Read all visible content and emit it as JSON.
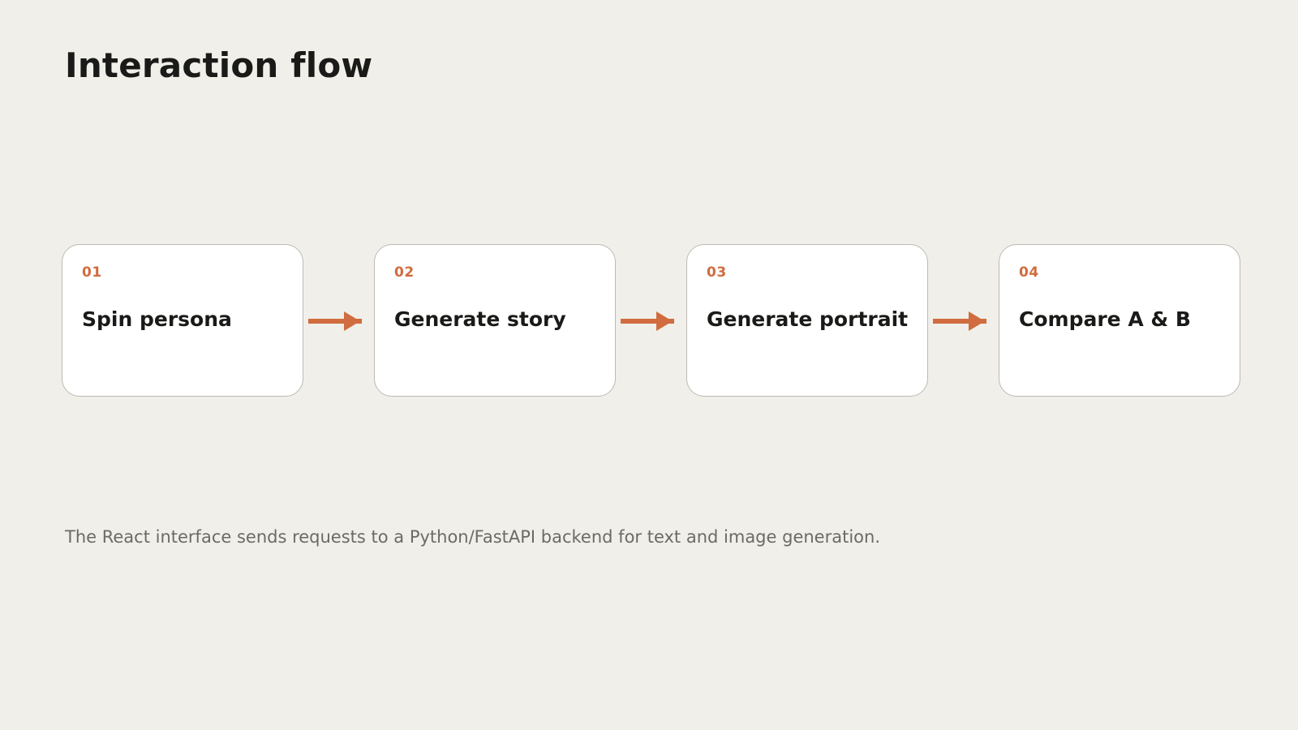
{
  "title": "Interaction flow",
  "steps": [
    {
      "number": "01",
      "label": "Spin persona"
    },
    {
      "number": "02",
      "label": "Generate story"
    },
    {
      "number": "03",
      "label": "Generate portrait"
    },
    {
      "number": "04",
      "label": "Compare A & B"
    }
  ],
  "caption": "The React interface sends requests to a Python/FastAPI backend for text and image generation.",
  "colors": {
    "background": "#f0efe9",
    "accent": "#d06c3f",
    "card_border": "#bdbab2",
    "text": "#1a1a18",
    "muted_text": "#6b6a64"
  },
  "icons": {
    "connector": "arrow-right-icon"
  }
}
